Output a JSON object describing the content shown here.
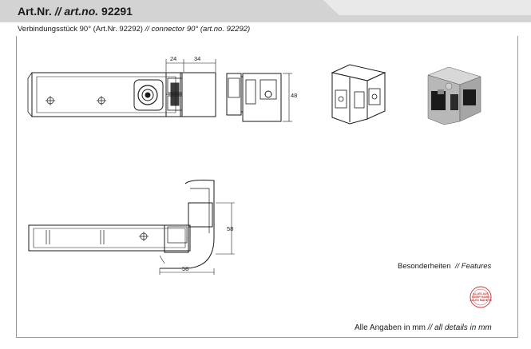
{
  "header": {
    "art_label": "Art.Nr.",
    "art_sep_en": "// art.no.",
    "art_number": "92291"
  },
  "subtitle": {
    "de": "Verbindungsstück 90° (Art.Nr. 92292)",
    "en": "// connector 90° (art.no. 92292)"
  },
  "dimensions": {
    "top_a": "24",
    "top_b": "34",
    "side_height": "48",
    "bottom_height": "58",
    "bottom_width": "58"
  },
  "features": {
    "de": "Besonderheiten",
    "en": "// Features"
  },
  "stamp": {
    "line1": "ALLES AUS",
    "line2": "EINER HAND",
    "line3": "ALLES MADE IN"
  },
  "footer": {
    "de": "Alle Angaben in mm",
    "en": "// all details in mm"
  },
  "colors": {
    "header_band": "#d3d3d3",
    "stamp_red": "#c73a3a",
    "line": "#1a1a1a"
  }
}
